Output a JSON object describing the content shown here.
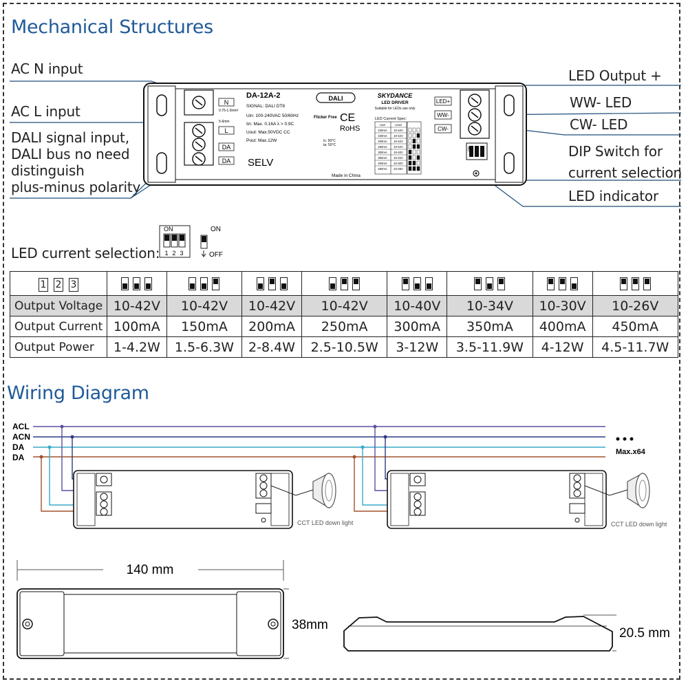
{
  "headings": {
    "mechanical": "Mechanical Structures",
    "wiring": "Wiring Diagram"
  },
  "callouts": {
    "ac_n": "AC N input",
    "ac_l": "AC L input",
    "dali_l1": "DALI signal input,",
    "dali_l2": "DALI bus no need",
    "dali_l3": "distinguish",
    "dali_l4": "plus-minus polarity",
    "led_out": "LED Output +",
    "ww": "WW- LED",
    "cw": "CW- LED",
    "dip_l1": "DIP Switch for",
    "dip_l2": "current selection",
    "led_ind": "LED indicator"
  },
  "device_label": {
    "model": "DA-12A-2",
    "signal": "SIGNAL: DALI DT8",
    "uin": "Uin: 100-240VAC  50/60Hz",
    "iin": "Iin: Max. 0.16A    λ > 0.9C",
    "uout": "Uout: Max.50VDC  CC",
    "pout": "Pout: Max.12W",
    "brand": "SKYDANCE",
    "type": "LED DRIVER",
    "suitable": "Suitable for LEDs use only",
    "dali_logo": "DALI",
    "flicker": "Flicker Free",
    "rohs": "RoHS",
    "ce": "CE",
    "selv": "SELV",
    "made": "Made in China",
    "spec_title": "LED Current Spec:",
    "spec_head": [
      "Iout",
      "Uout"
    ],
    "spec_rows": [
      [
        "100mA",
        "10-42V"
      ],
      [
        "150mA",
        "10-42V"
      ],
      [
        "200mA",
        "10-42V"
      ],
      [
        "250mA",
        "10-42V"
      ],
      [
        "300mA",
        "10-40V"
      ],
      [
        "350mA",
        "10-34V"
      ],
      [
        "400mA",
        "10-30V"
      ],
      [
        "450mA",
        "10-26V"
      ]
    ],
    "terminals_left": [
      "N",
      "L",
      "DA",
      "DA"
    ],
    "terminals_right": [
      "LED+",
      "WW-",
      "CW-"
    ],
    "wire_note": "0.75-1.0mm²",
    "strip_note": "5-6mm",
    "tc": "tc: 90°C",
    "ta": "ta: 50°C",
    "dip_on": "ON"
  },
  "dip_legend": {
    "label": "LED current selection:",
    "on": "ON",
    "off": "OFF",
    "nums": [
      "1",
      "2",
      "3"
    ],
    "on_small": "ON"
  },
  "table": {
    "header_nums": [
      "1",
      "2",
      "3"
    ],
    "dip_states": [
      [
        "off",
        "off",
        "off"
      ],
      [
        "off",
        "off",
        "on"
      ],
      [
        "off",
        "on",
        "off"
      ],
      [
        "off",
        "on",
        "on"
      ],
      [
        "on",
        "off",
        "off"
      ],
      [
        "on",
        "off",
        "on"
      ],
      [
        "on",
        "on",
        "off"
      ],
      [
        "on",
        "on",
        "on"
      ]
    ],
    "rows": [
      {
        "label": "Output Voltage",
        "values": [
          "10-42V",
          "10-42V",
          "10-42V",
          "10-42V",
          "10-40V",
          "10-34V",
          "10-30V",
          "10-26V"
        ]
      },
      {
        "label": "Output Current",
        "values": [
          "100mA",
          "150mA",
          "200mA",
          "250mA",
          "300mA",
          "350mA",
          "400mA",
          "450mA"
        ]
      },
      {
        "label": "Output Power",
        "values": [
          "1-4.2W",
          "1.5-6.3W",
          "2-8.4W",
          "2.5-10.5W",
          "3-12W",
          "3.5-11.9W",
          "4-12W",
          "4.5-11.7W"
        ]
      }
    ]
  },
  "wiring": {
    "bus": [
      "ACL",
      "ACN",
      "DA",
      "DA"
    ],
    "max": "Max.x64",
    "lamp_label": "CCT LED down light",
    "bus_colors": [
      "#5a4fa0",
      "#2f3a80",
      "#38a9c9",
      "#a0522d"
    ]
  },
  "dimensions": {
    "length": "140 mm",
    "width": "38mm",
    "height": "20.5 mm"
  }
}
